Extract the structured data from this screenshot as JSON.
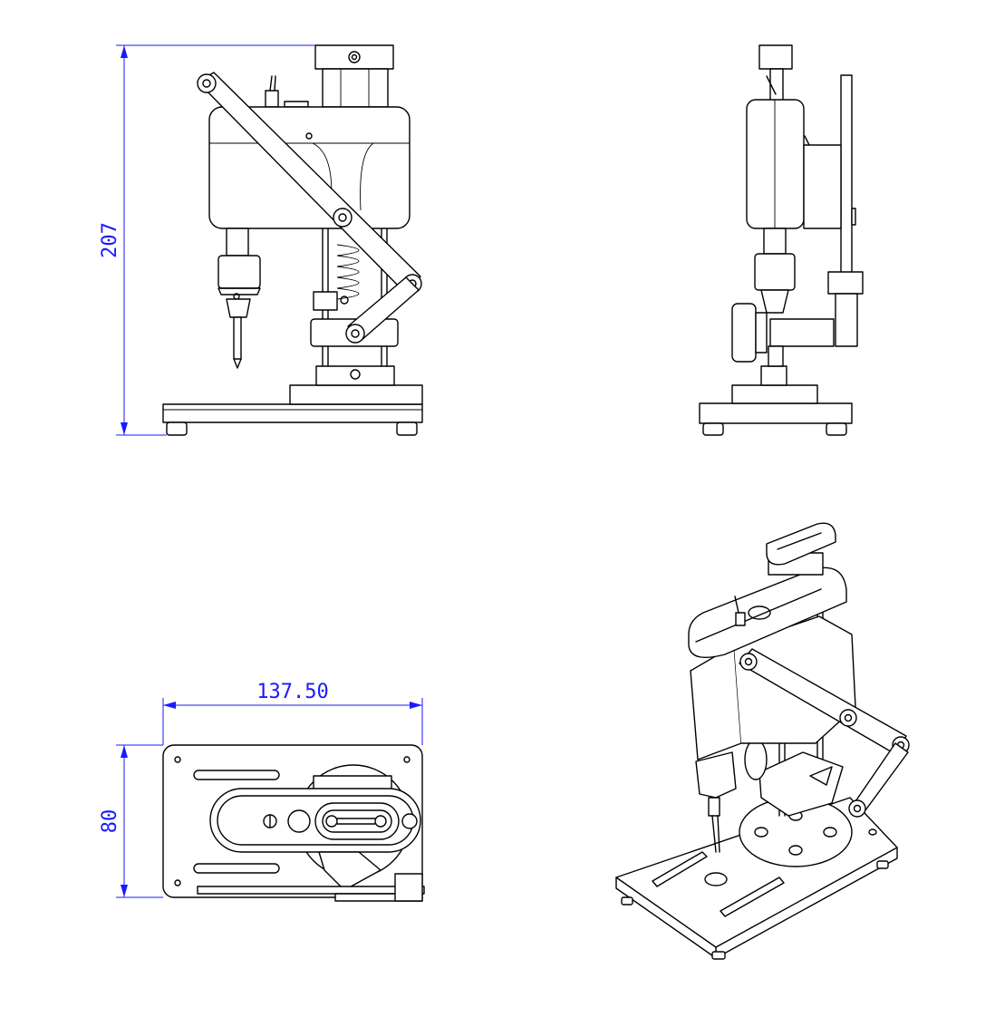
{
  "dimensions": {
    "height": "207",
    "width": "137.50",
    "depth": "80"
  },
  "colors": {
    "dimension": "#1a1aff",
    "line": "#000000",
    "background": "#ffffff"
  }
}
